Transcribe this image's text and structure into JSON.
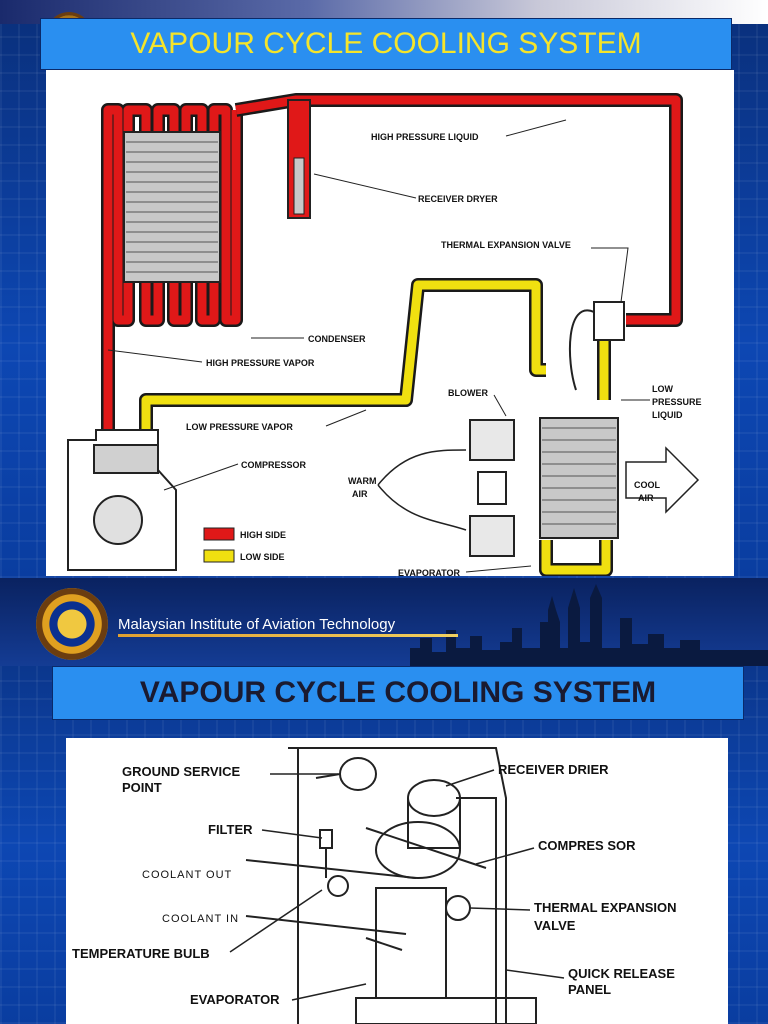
{
  "slide1": {
    "title": "VAPOUR CYCLE COOLING SYSTEM",
    "labels": {
      "high_pressure_liquid": "HIGH PRESSURE LIQUID",
      "receiver_dryer": "RECEIVER DRYER",
      "thermal_expansion_valve": "THERMAL EXPANSION VALVE",
      "condenser": "CONDENSER",
      "high_pressure_vapor": "HIGH PRESSURE VAPOR",
      "low_pressure_liquid_1": "LOW",
      "low_pressure_liquid_2": "PRESSURE",
      "low_pressure_liquid_3": "LIQUID",
      "blower": "BLOWER",
      "low_pressure_vapor": "LOW PRESSURE VAPOR",
      "compressor": "COMPRESSOR",
      "warm_air_1": "WARM",
      "warm_air_2": "AIR",
      "cool_air_1": "COOL",
      "cool_air_2": "AIR",
      "evaporator": "EVAPORATOR"
    },
    "legend": {
      "high_side": "HIGH SIDE",
      "low_side": "LOW SIDE",
      "high_color": "#e01818",
      "low_color": "#f0e010"
    }
  },
  "slide2": {
    "org_name": "Malaysian Institute of Aviation Technology",
    "title": "VAPOUR CYCLE COOLING SYSTEM",
    "labels": {
      "ground_service_1": "GROUND SERVICE",
      "ground_service_2": "POINT",
      "filter": "FILTER",
      "coolant_out": "COOLANT OUT",
      "coolant_in": "COOLANT IN",
      "temperature_bulb": "TEMPERATURE BULB",
      "evaporator": "EVAPORATOR",
      "receiver_drier": "RECEIVER DRIER",
      "compressor": "COMPRES SOR",
      "thermal_expansion_1": "THERMAL EXPANSION",
      "thermal_expansion_2": "VALVE",
      "quick_release_1": "QUICK RELEASE",
      "quick_release_2": "PANEL"
    }
  }
}
